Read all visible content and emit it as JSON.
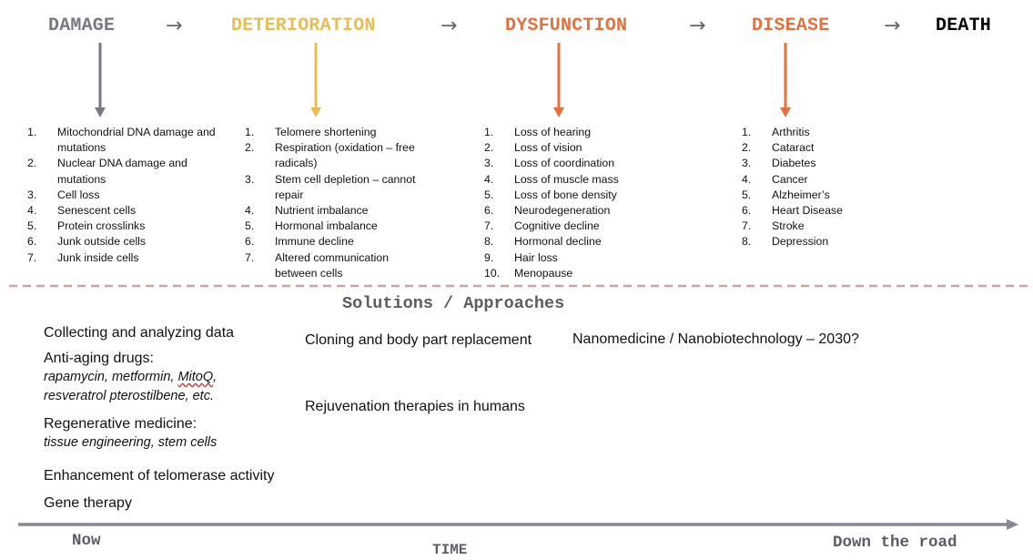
{
  "colors": {
    "damage": "#7a7683",
    "deterioration": "#e8bd56",
    "dysfunction": "#e4703c",
    "disease": "#e4703c",
    "death": "#000000",
    "divider": "#c9a7a0",
    "axis": "#8a8794"
  },
  "flow": {
    "damage": "DAMAGE",
    "deterioration": "DETERIORATION",
    "dysfunction": "DYSFUNCTION",
    "disease": "DISEASE",
    "death": "DEATH",
    "arrow": "→"
  },
  "damage_list": [
    {
      "num": "1.",
      "text": "Mitochondrial DNA damage and mutations"
    },
    {
      "num": "2.",
      "text": "Nuclear DNA damage and mutations"
    },
    {
      "num": "3.",
      "text": "Cell loss"
    },
    {
      "num": "4.",
      "text": "Senescent cells"
    },
    {
      "num": "5.",
      "text": "Protein crosslinks"
    },
    {
      "num": "6.",
      "text": "Junk outside cells"
    },
    {
      "num": "7.",
      "text": "Junk inside cells"
    }
  ],
  "deterioration_list": [
    {
      "num": "1.",
      "text": "Telomere shortening"
    },
    {
      "num": "2.",
      "text": "Respiration (oxidation – free radicals)"
    },
    {
      "num": "3.",
      "text": "Stem cell depletion – cannot repair"
    },
    {
      "num": "4.",
      "text": "Nutrient imbalance"
    },
    {
      "num": "5.",
      "text": "Hormonal imbalance"
    },
    {
      "num": "6.",
      "text": "Immune decline"
    },
    {
      "num": "7.",
      "text": "Altered communication between cells"
    }
  ],
  "dysfunction_list": [
    {
      "num": "1.",
      "text": "Loss of hearing"
    },
    {
      "num": "2.",
      "text": "Loss of vision"
    },
    {
      "num": "3.",
      "text": "Loss of coordination"
    },
    {
      "num": "4.",
      "text": "Loss of muscle mass"
    },
    {
      "num": "5.",
      "text": "Loss of bone density"
    },
    {
      "num": "6.",
      "text": "Neurodegeneration"
    },
    {
      "num": "7.",
      "text": "Cognitive decline"
    },
    {
      "num": "8.",
      "text": "Hormonal decline"
    },
    {
      "num": "9.",
      "text": "Hair loss"
    },
    {
      "num": "10.",
      "text": "Menopause"
    }
  ],
  "disease_list": [
    {
      "num": "1.",
      "text": "Arthritis"
    },
    {
      "num": "2.",
      "text": "Cataract"
    },
    {
      "num": "3.",
      "text": "Diabetes"
    },
    {
      "num": "4.",
      "text": "Cancer"
    },
    {
      "num": "5.",
      "text": "Alzheimer’s"
    },
    {
      "num": "6.",
      "text": "Heart Disease"
    },
    {
      "num": "7.",
      "text": "Stroke"
    },
    {
      "num": "8.",
      "text": "Depression"
    }
  ],
  "solutions": {
    "title": "Solutions / Approaches",
    "collecting": "Collecting and analyzing data",
    "anti_aging": "Anti-aging drugs:",
    "anti_aging_sub_1": "rapamycin, metformin, ",
    "anti_aging_sub_mitoq": "MitoQ",
    "anti_aging_sub_2": ",",
    "anti_aging_sub_3": "resveratrol pterostilbene, etc.",
    "regenerative": "Regenerative medicine:",
    "regenerative_sub": "tissue engineering, stem cells",
    "telomerase": "Enhancement of telomerase activity",
    "gene": "Gene therapy",
    "cloning": "Cloning and body part replacement",
    "nano": "Nanomedicine / Nanobiotechnology – 2030?",
    "rejuvenation": "Rejuvenation therapies in humans"
  },
  "timeline": {
    "now": "Now",
    "time": "TIME",
    "down_the_road": "Down the road"
  }
}
